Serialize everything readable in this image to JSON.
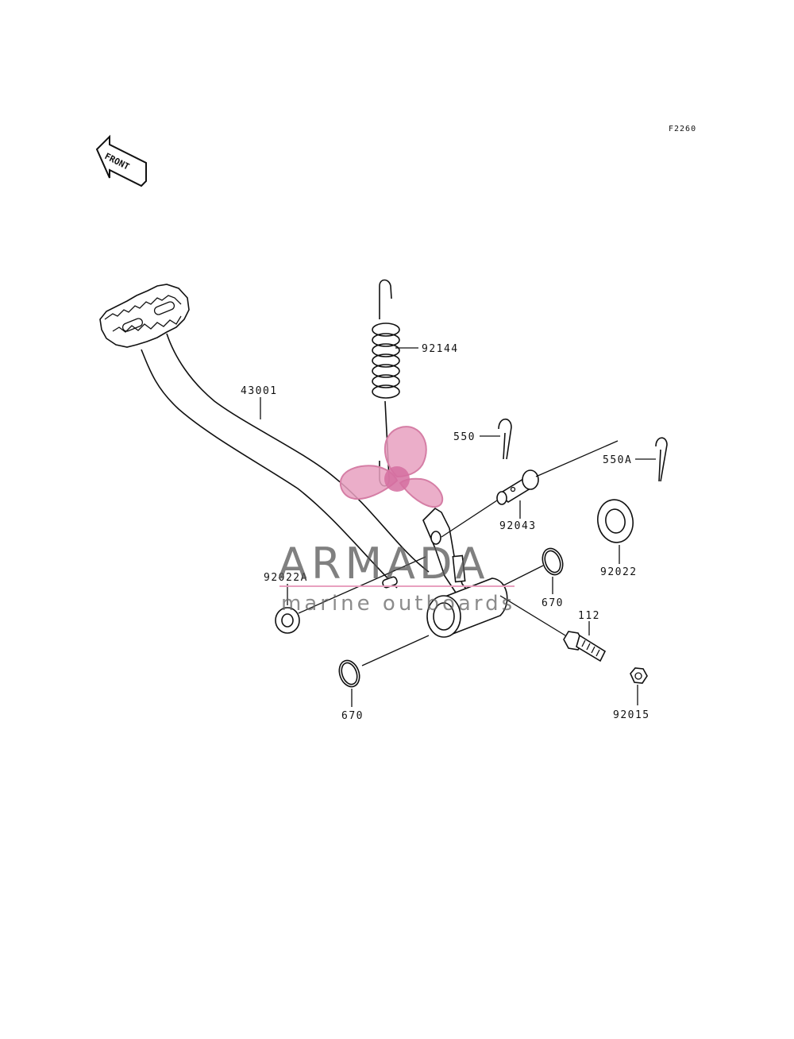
{
  "diagram": {
    "reference_code": "F2260",
    "front_arrow_text": "FRONT",
    "parts": {
      "pedal": "43001",
      "spring": "92144",
      "cotter_pin": "550",
      "cotter_pin_a": "550A",
      "pin": "92043",
      "washer": "92022",
      "washer_a": "92022A",
      "o_ring_right": "670",
      "o_ring_left": "670",
      "bolt": "112",
      "nut": "92015"
    }
  },
  "watermark": {
    "brand": "ARMADA",
    "tagline": "marine outboards",
    "accent_color": "#e8a0bf",
    "line_color": "#e8a0bf"
  }
}
